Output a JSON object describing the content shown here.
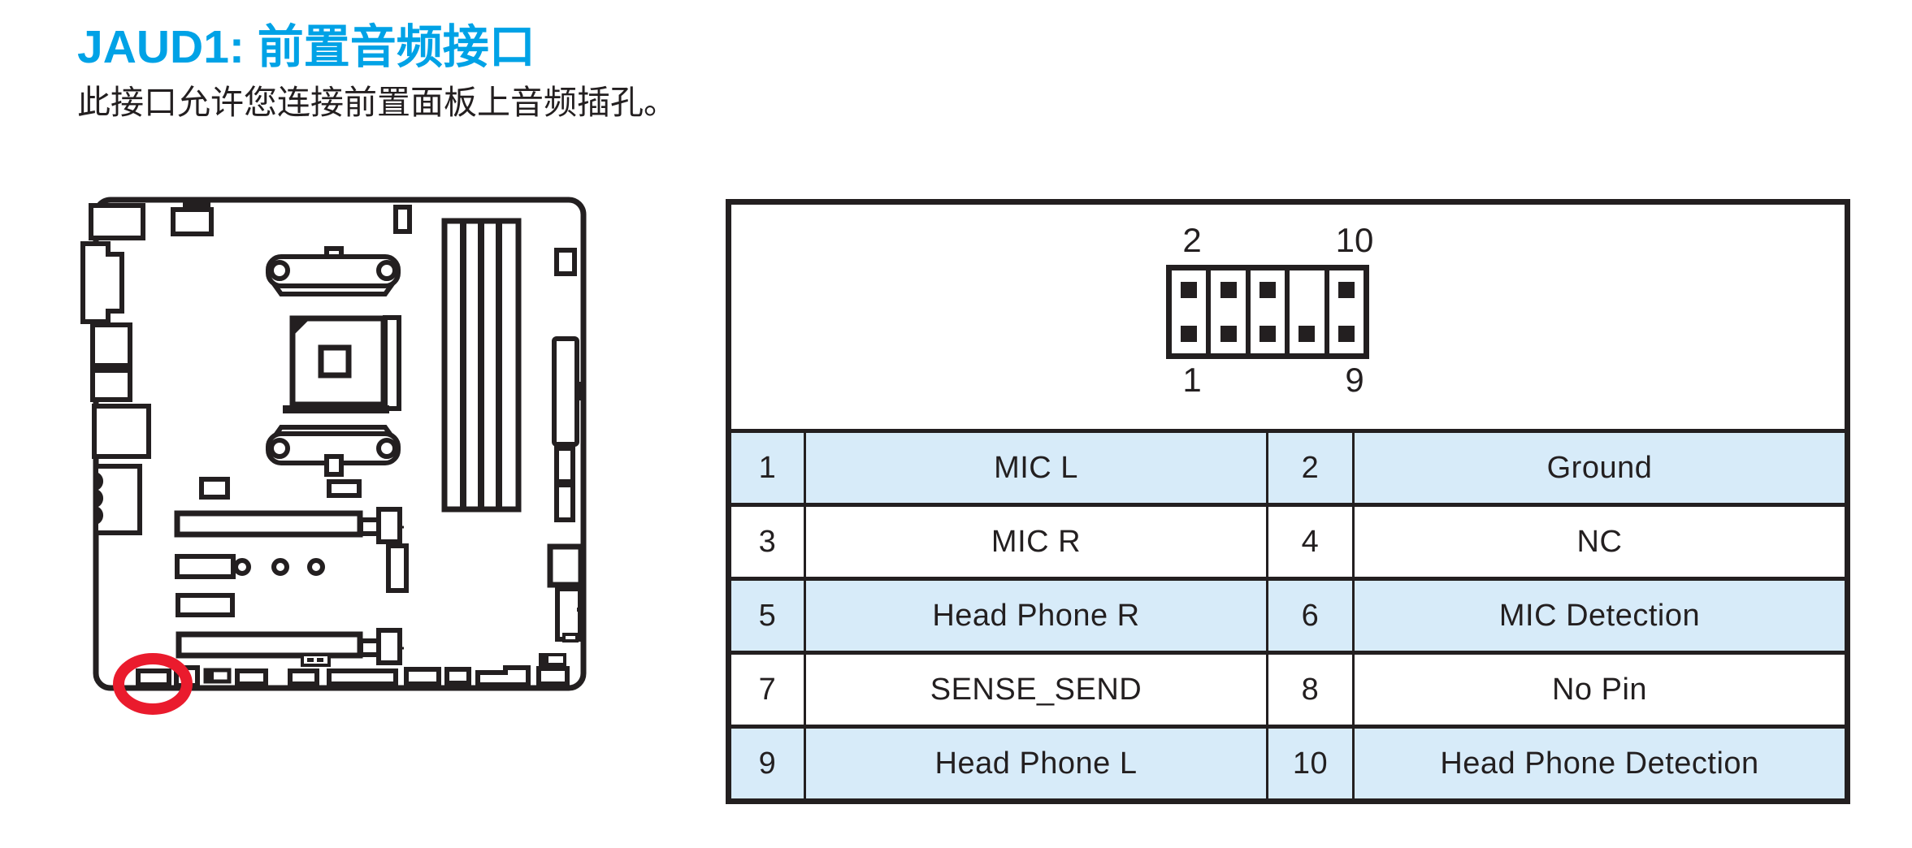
{
  "page": {
    "title": "JAUD1: 前置音频接口",
    "subtitle": "此接口允许您连接前置面板上音频插孔。"
  },
  "colors": {
    "accent_blue": "#00A2E6",
    "row_blue": "#D7EBF9",
    "line_black": "#231F20",
    "highlight_red": "#EA1B2D"
  },
  "pin_header": {
    "top_left_label": "2",
    "top_right_label": "10",
    "bottom_left_label": "1",
    "bottom_right_label": "9"
  },
  "pin_table": {
    "rows": [
      {
        "pin_a": "1",
        "signal_a": "MIC L",
        "pin_b": "2",
        "signal_b": "Ground"
      },
      {
        "pin_a": "3",
        "signal_a": "MIC R",
        "pin_b": "4",
        "signal_b": "NC"
      },
      {
        "pin_a": "5",
        "signal_a": "Head Phone R",
        "pin_b": "6",
        "signal_b": "MIC Detection"
      },
      {
        "pin_a": "7",
        "signal_a": "SENSE_SEND",
        "pin_b": "8",
        "signal_b": "No Pin"
      },
      {
        "pin_a": "9",
        "signal_a": "Head Phone L",
        "pin_b": "10",
        "signal_b": "Head Phone Detection"
      }
    ]
  }
}
